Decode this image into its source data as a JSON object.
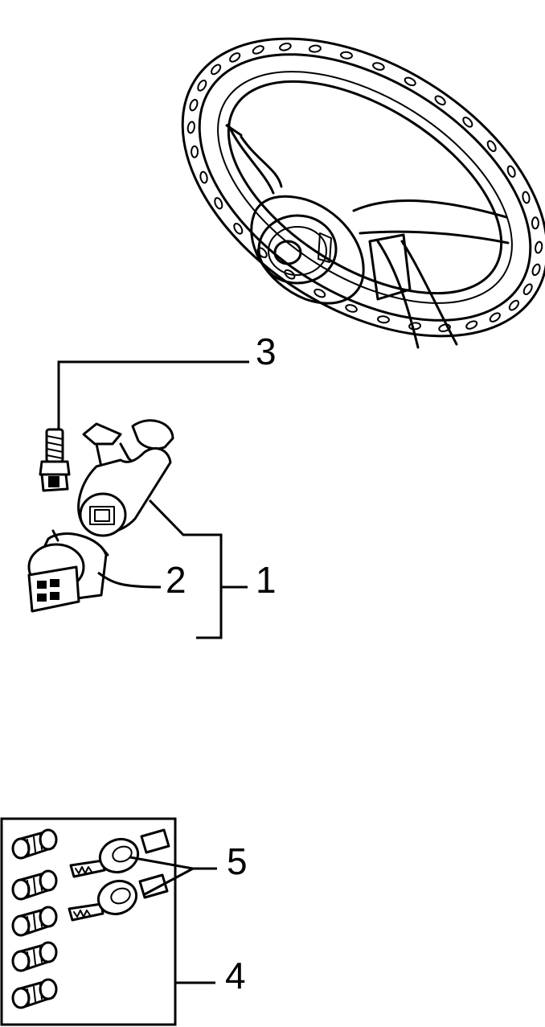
{
  "callouts": {
    "c1": "1",
    "c2": "2",
    "c3": "3",
    "c4": "4",
    "c5": "5"
  },
  "parts": {
    "steering_wheel": "steering-wheel-icon",
    "lock_housing": "ignition-lock-housing-icon",
    "switch": "ignition-switch-icon",
    "bolt": "shear-bolt-icon",
    "lock_cylinders": "lock-cylinder-icon",
    "keys": "key-icon"
  },
  "colors": {
    "line": "#000000",
    "background": "#ffffff"
  }
}
